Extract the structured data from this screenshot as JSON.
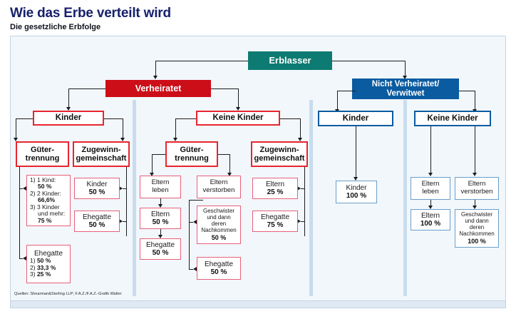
{
  "header": {
    "title": "Wie das Erbe verteilt wird",
    "subtitle": "Die gesetzliche Erbfolge"
  },
  "colors": {
    "title": "#16216b",
    "teal": "#0d7b72",
    "red": "#cc0e18",
    "blue": "#0a5ba0",
    "panel_bg": "#f2f7fc",
    "leaf_red_border": "#e8607a",
    "leaf_blue_border": "#6b9fc9"
  },
  "root": {
    "label": "Erblasser"
  },
  "branches": {
    "married": {
      "label": "Verheiratet"
    },
    "unmarried": {
      "label": "Nicht Verheiratet/\nVerwitwet",
      "line1": "Nicht Verheiratet/",
      "line2": "Verwitwet"
    }
  },
  "married_children": {
    "label": "Kinder",
    "regimes": [
      {
        "label_line1": "Güter-",
        "label_line2": "trennung"
      },
      {
        "label_line1": "Zugewinn-",
        "label_line2": "gemeinschaft"
      }
    ],
    "guetertrennung": {
      "children_shares": [
        {
          "n": "1)",
          "case": "1 Kind:",
          "value": "50 %"
        },
        {
          "n": "2)",
          "case": "2 Kinder:",
          "value": "66,6%"
        },
        {
          "n": "3)",
          "case_line1": "3 Kinder",
          "case_line2": "und mehr:",
          "value": "75 %"
        }
      ],
      "spouse": {
        "title": "Ehegatte",
        "shares": [
          {
            "n": "1)",
            "value": "50 %"
          },
          {
            "n": "2)",
            "value": "33,3 %"
          },
          {
            "n": "3)",
            "value": "25 %"
          }
        ]
      }
    },
    "zugewinn": {
      "children": {
        "title": "Kinder",
        "value": "50 %"
      },
      "spouse": {
        "title": "Ehegatte",
        "value": "50 %"
      }
    }
  },
  "married_nochildren": {
    "label": "Keine Kinder",
    "regimes": [
      {
        "label_line1": "Güter-",
        "label_line2": "trennung"
      },
      {
        "label_line1": "Zugewinn-",
        "label_line2": "gemeinschaft"
      }
    ],
    "guetertrennung": {
      "parents_alive": {
        "line1": "Eltern",
        "line2": "leben"
      },
      "parents_dead": {
        "line1": "Eltern",
        "line2": "verstorben"
      },
      "alive_result": {
        "title": "Eltern",
        "value": "50 %"
      },
      "alive_spouse": {
        "title": "Ehegatte",
        "value": "50 %"
      },
      "dead_result": {
        "line1": "Geschwister",
        "line2": "und dann",
        "line3": "deren",
        "line4": "Nachkommen",
        "value": "50 %"
      },
      "dead_spouse": {
        "title": "Ehegatte",
        "value": "50 %"
      }
    },
    "zugewinn": {
      "parents": {
        "title": "Eltern",
        "value": "25 %"
      },
      "spouse": {
        "title": "Ehegatte",
        "value": "75 %"
      }
    }
  },
  "unmarried_children": {
    "label": "Kinder",
    "result": {
      "title": "Kinder",
      "value": "100 %"
    }
  },
  "unmarried_nochildren": {
    "label": "Keine Kinder",
    "parents_alive": {
      "line1": "Eltern",
      "line2": "leben"
    },
    "parents_dead": {
      "line1": "Eltern",
      "line2": "verstorben"
    },
    "alive_result": {
      "title": "Eltern",
      "value": "100 %"
    },
    "dead_result": {
      "line1": "Geschwister",
      "line2": "und dann",
      "line3": "deren",
      "line4": "Nachkommen",
      "value": "100 %"
    }
  },
  "source": "Quellen: Shearman&Sterling LLP; F.A.Z./F.A.Z.-Grafik Walter"
}
